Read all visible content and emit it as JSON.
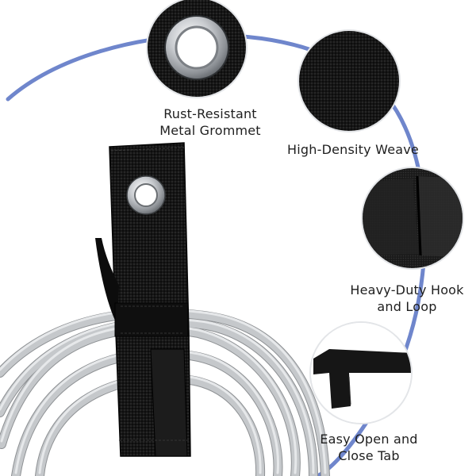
{
  "callouts": {
    "grommet": {
      "line1": "Rust-Resistant",
      "line2": "Metal Grommet"
    },
    "weave": {
      "line1": "High-Density Weave"
    },
    "hook": {
      "line1": "Heavy-Duty Hook",
      "line2": "and Loop"
    },
    "tab": {
      "line1": "Easy Open and",
      "line2": "Close Tab"
    }
  },
  "colors": {
    "arc": "#6f86cc",
    "strap": "#141414",
    "hose": "#b9bcbf",
    "label_text": "#1e1e1e"
  }
}
